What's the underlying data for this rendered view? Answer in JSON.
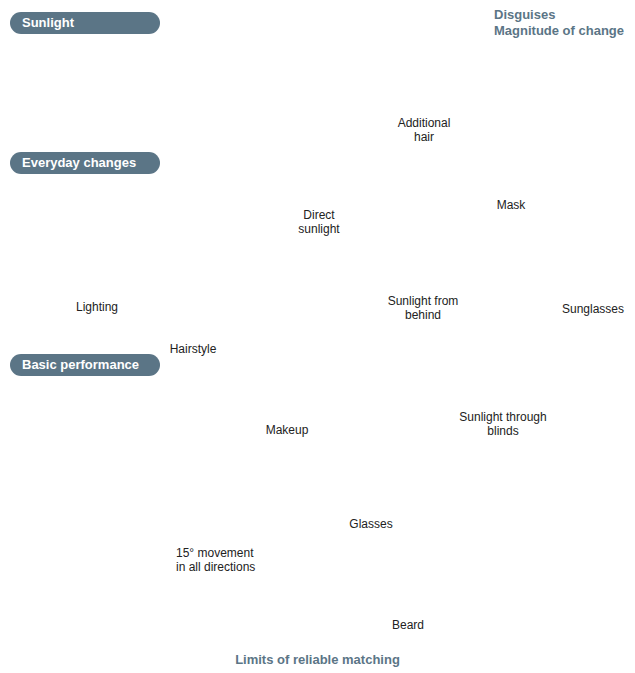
{
  "diagram": {
    "nodes": [
      {
        "text": [
          "Sunlight"
        ]
      },
      {
        "text": [
          "Everyday changes"
        ],
        "in": 0
      },
      {
        "text": [
          "Basic performance"
        ],
        "in": 1
      },
      {
        "text": [
          "Additional hair"
        ]
      },
      {
        "text": [
          "Direct sunlight"
        ],
        "in": 0
      },
      {
        "text": [
          "Mask"
        ]
      },
      {
        "text": [
          "Lighting"
        ],
        "in": 1
      },
      {
        "text": [
          "Hairstyle"
        ],
        "in": 1
      },
      {
        "text": [
          "Sunlight from behind"
        ],
        "in": 0
      },
      {
        "text": [
          "Sunglasses"
        ]
      },
      {
        "text": [
          "Makeup"
        ],
        "in": 1
      },
      {
        "text": [
          "Sunlight through blinds"
        ],
        "in": 0
      },
      {
        "text": [
          "15° movement in all directions"
        ],
        "in": 2
      },
      {
        "text": [
          "Glasses"
        ],
        "in": 1
      },
      {
        "text": [
          "Beard"
        ],
        "in": 1
      }
    ],
    "labels": [
      "Disguises",
      "Magnitude of change",
      "Limits of reliable matching"
    ]
  }
}
